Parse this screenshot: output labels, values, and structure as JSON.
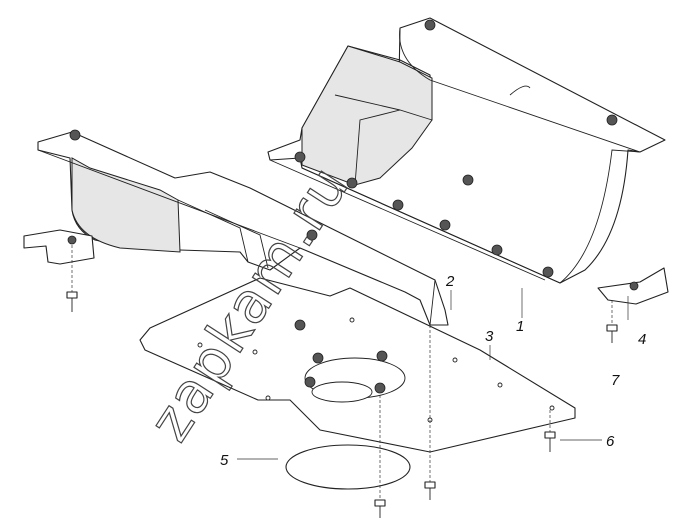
{
  "watermark": "zapkam.ru",
  "callouts": [
    {
      "id": "1",
      "text": "1"
    },
    {
      "id": "2",
      "text": "2"
    },
    {
      "id": "3",
      "text": "3"
    },
    {
      "id": "4",
      "text": "4"
    },
    {
      "id": "5",
      "text": "5"
    },
    {
      "id": "6",
      "text": "6"
    },
    {
      "id": "7",
      "text": "7"
    }
  ],
  "colors": {
    "line": "#222222",
    "background": "#ffffff"
  }
}
